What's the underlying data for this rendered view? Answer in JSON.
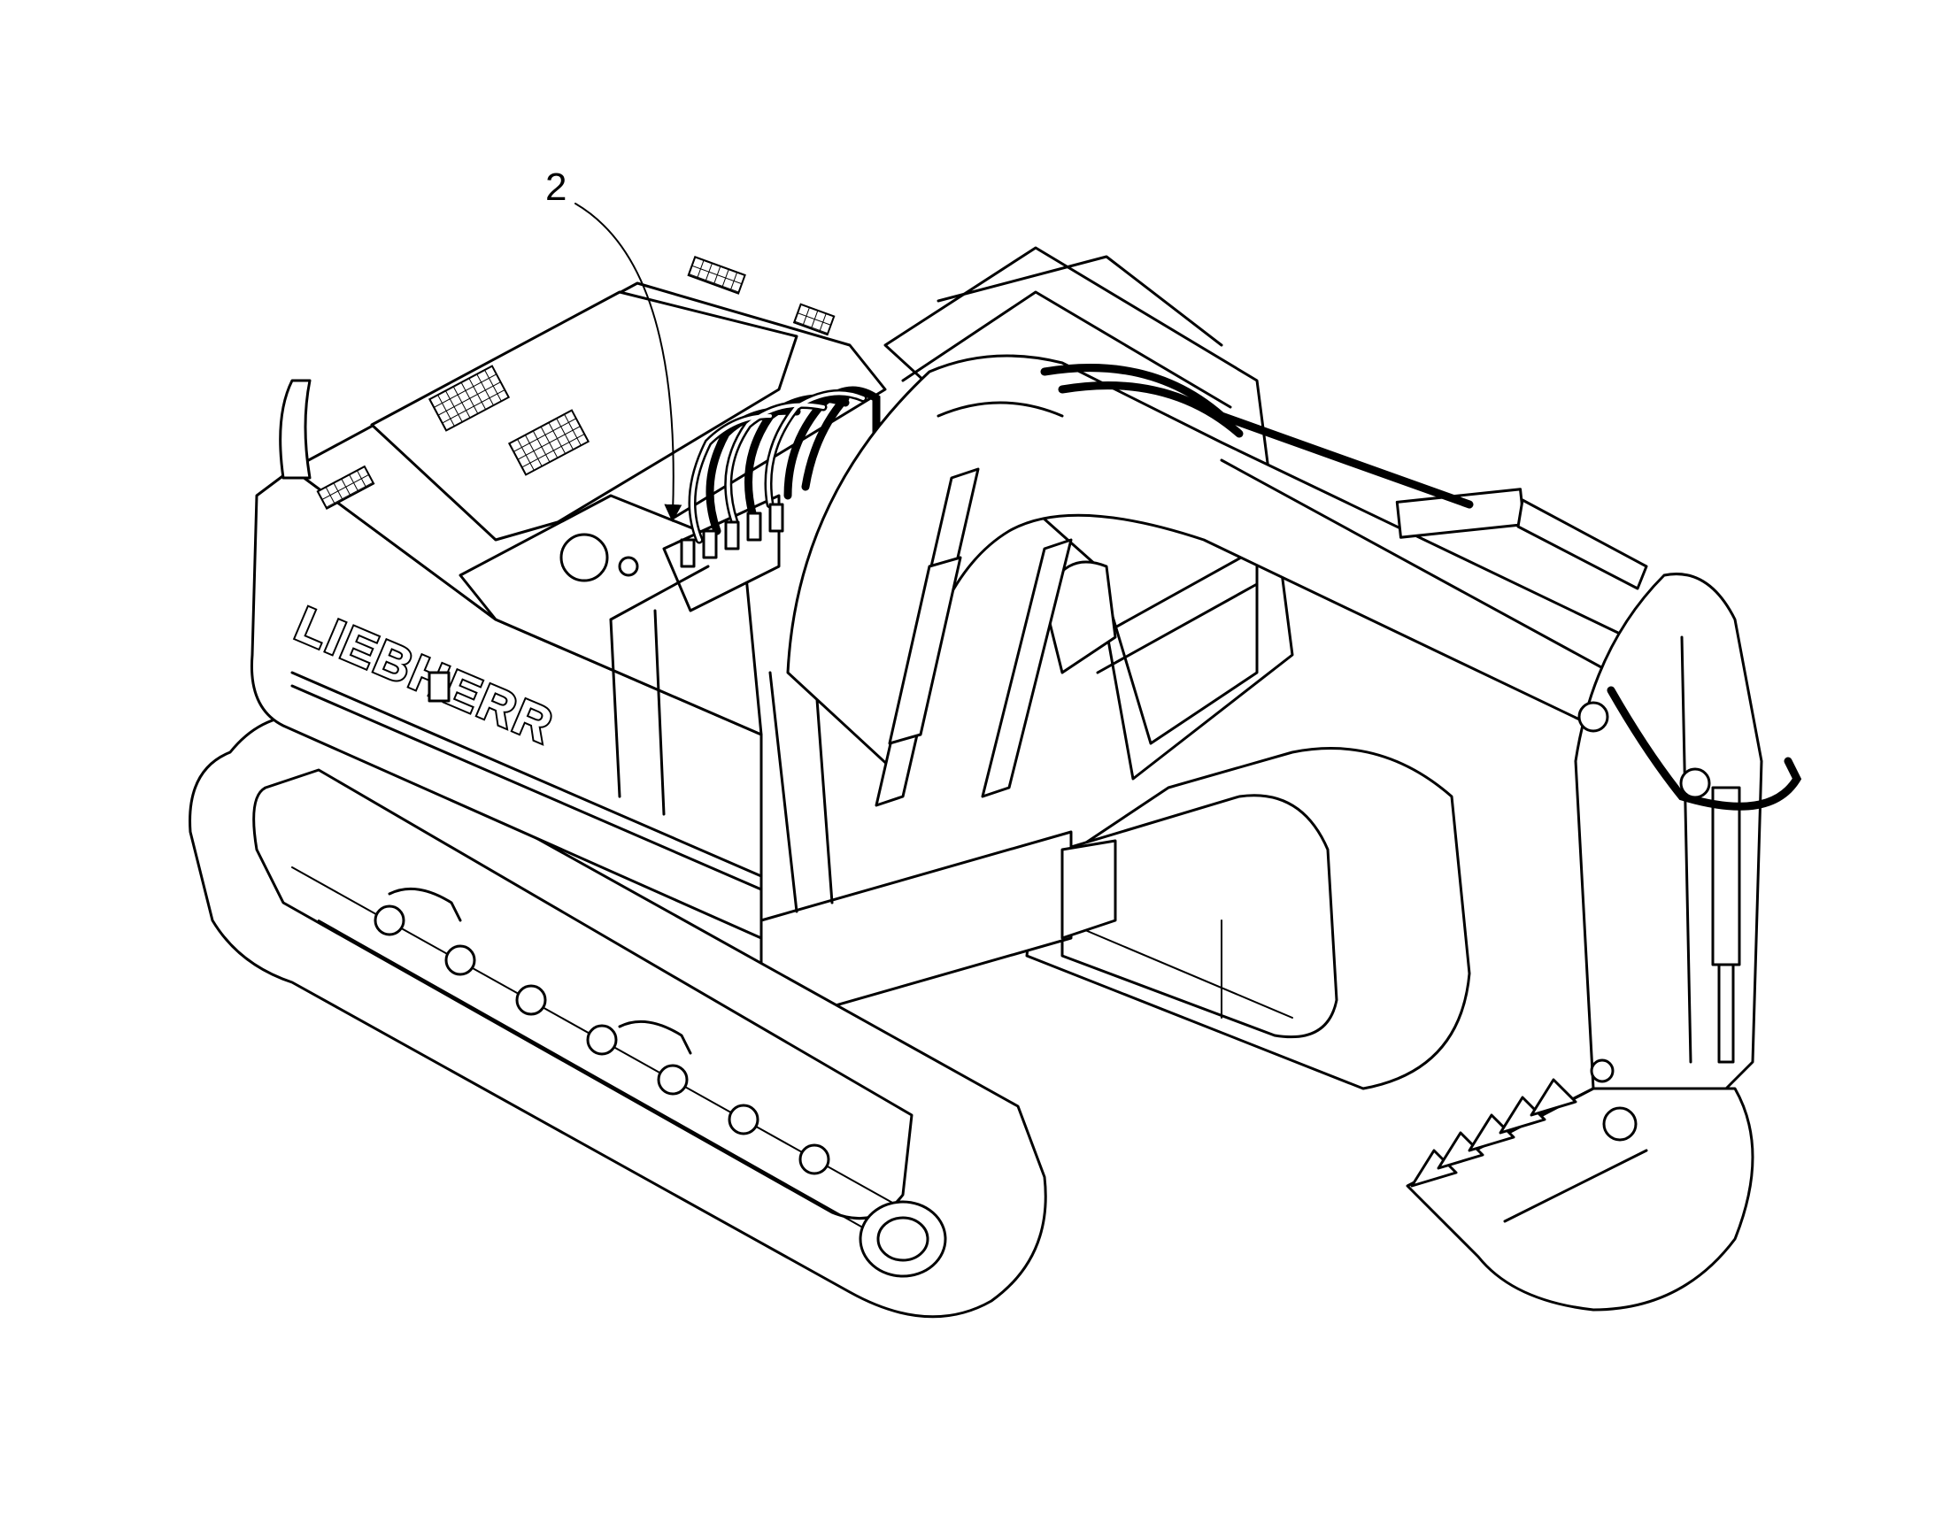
{
  "figure": {
    "subject": "excavator-illustration",
    "brand_text": "LIEBHERR",
    "callouts": [
      {
        "id": "callout-2",
        "label": "2"
      }
    ]
  }
}
